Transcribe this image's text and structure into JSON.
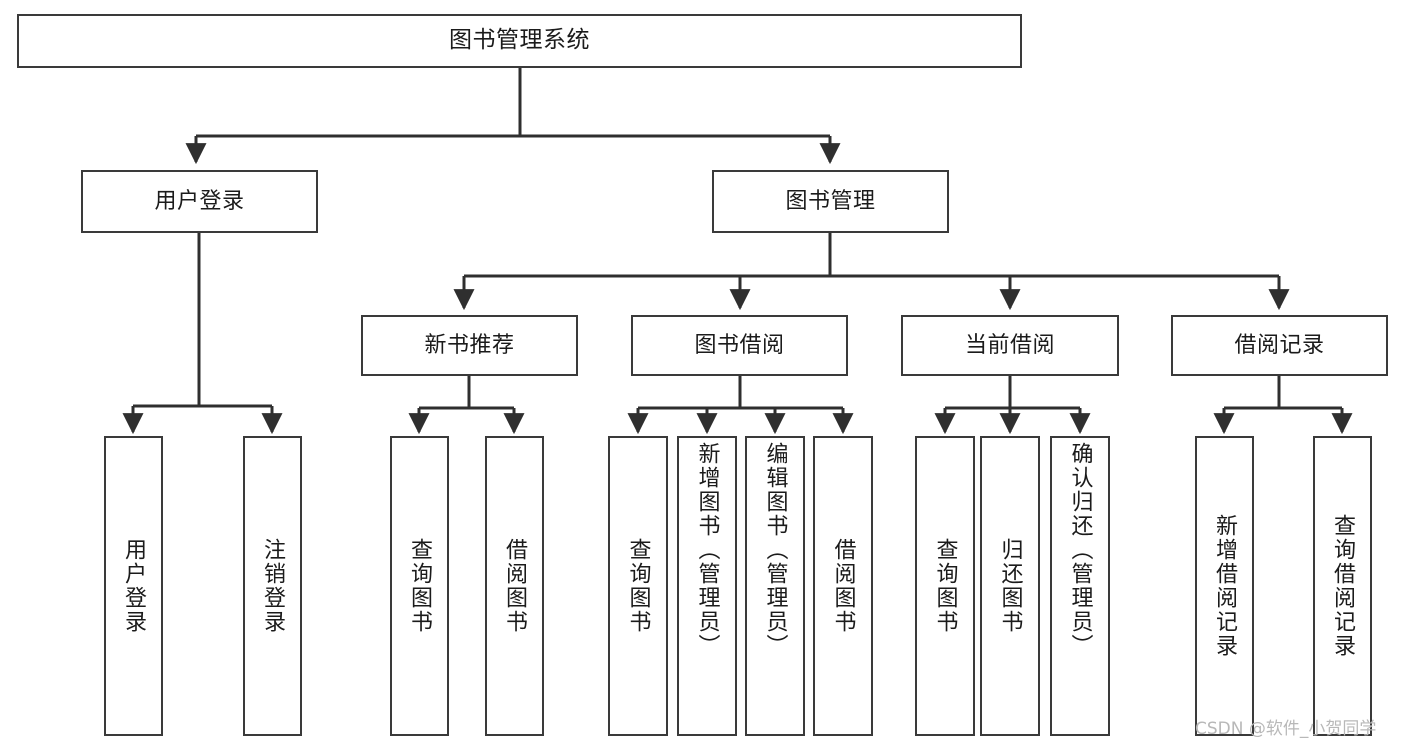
{
  "diagram": {
    "title": "图书管理系统",
    "type": "hierarchy-tree",
    "watermark": "CSDN @软件_小贺同学",
    "colors": {
      "box_border": "#3a3a3a",
      "box_fill": "#ffffff",
      "connector": "#2f2f2f",
      "text": "#1b1b1b",
      "watermark": "#b8b8b8"
    },
    "root": {
      "label": "图书管理系统"
    },
    "level2": [
      {
        "label": "用户登录"
      },
      {
        "label": "图书管理"
      }
    ],
    "level3": [
      {
        "label": "新书推荐"
      },
      {
        "label": "图书借阅"
      },
      {
        "label": "当前借阅"
      },
      {
        "label": "借阅记录"
      }
    ],
    "leaves": {
      "user_login": [
        {
          "label": "用户登录"
        },
        {
          "label": "注销登录"
        }
      ],
      "new_book_recommend": [
        {
          "label": "查询图书"
        },
        {
          "label": "借阅图书"
        }
      ],
      "book_borrow": [
        {
          "label": "查询图书"
        },
        {
          "label": "新增图书（管理员）"
        },
        {
          "label": "编辑图书（管理员）"
        },
        {
          "label": "借阅图书"
        }
      ],
      "current_borrow": [
        {
          "label": "查询图书"
        },
        {
          "label": "归还图书"
        },
        {
          "label": "确认归还（管理员）"
        }
      ],
      "borrow_records": [
        {
          "label": "新增借阅记录"
        },
        {
          "label": "查询借阅记录"
        }
      ]
    }
  }
}
